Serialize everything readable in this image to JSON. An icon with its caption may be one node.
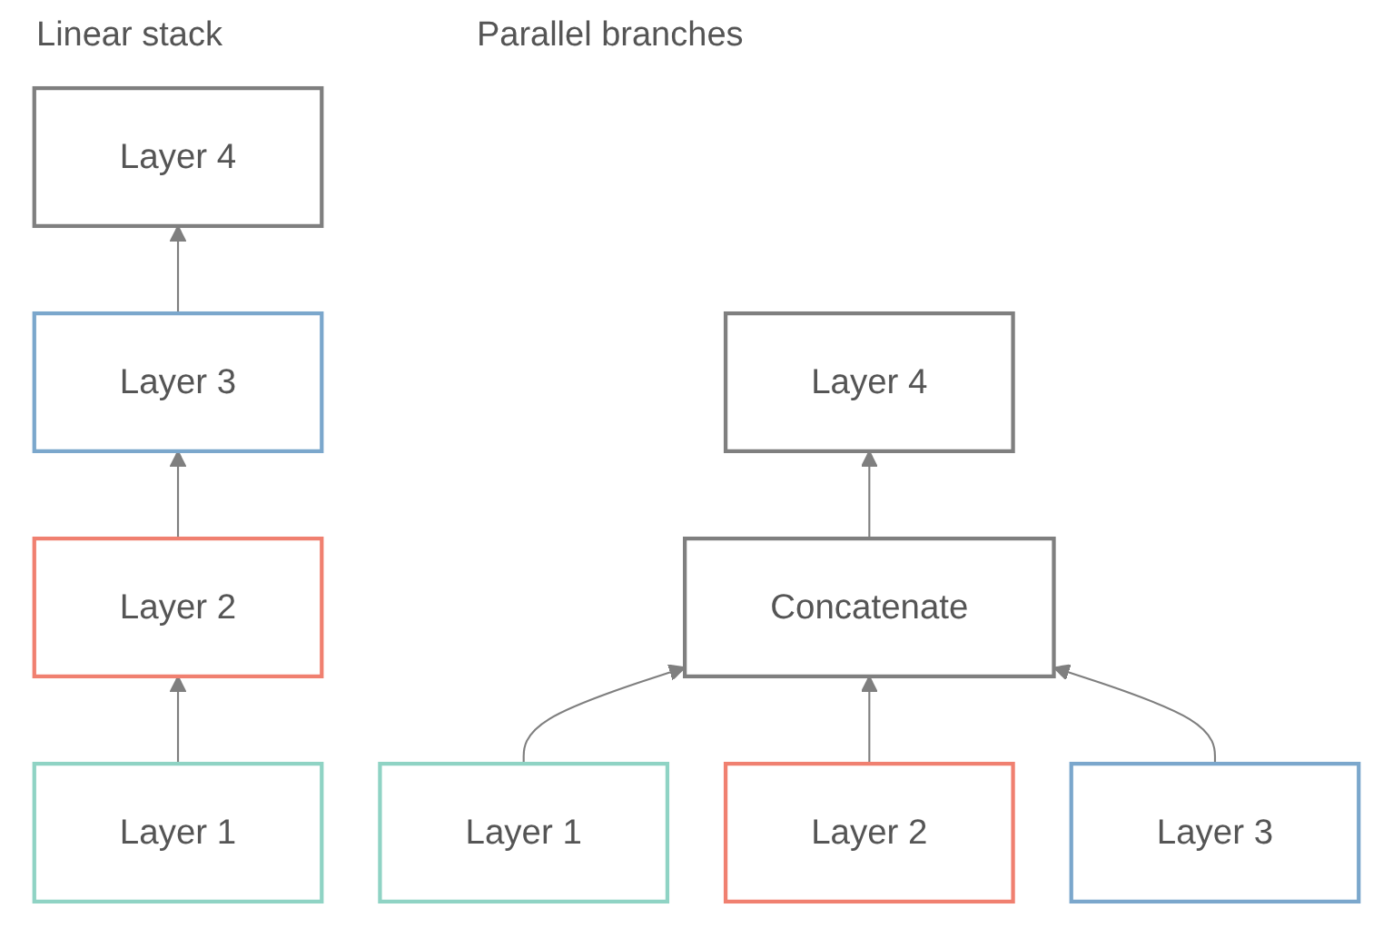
{
  "diagram": {
    "nodes": [
      {
        "text": [
          "Layer 4"
        ]
      },
      {
        "text": [
          "Layer 3"
        ]
      },
      {
        "text": [
          "Layer 2"
        ]
      },
      {
        "text": [
          "Layer 1"
        ]
      },
      {
        "text": [
          "Layer 4"
        ]
      },
      {
        "text": [
          "Concatenate"
        ]
      },
      {
        "text": [
          "Layer 1"
        ]
      },
      {
        "text": [
          "Layer 2"
        ]
      },
      {
        "text": [
          "Layer 3"
        ]
      }
    ],
    "edges": [
      {
        "from": 3,
        "to": 2,
        "arrow": "to"
      },
      {
        "from": 2,
        "to": 1,
        "arrow": "to"
      },
      {
        "from": 1,
        "to": 0,
        "arrow": "to"
      },
      {
        "from": 6,
        "to": 5,
        "arrow": "to"
      },
      {
        "from": 7,
        "to": 5,
        "arrow": "to"
      },
      {
        "from": 8,
        "to": 5,
        "arrow": "to"
      },
      {
        "from": 5,
        "to": 4,
        "arrow": "to"
      }
    ],
    "labels": [
      "Linear stack",
      "Parallel branches"
    ]
  }
}
